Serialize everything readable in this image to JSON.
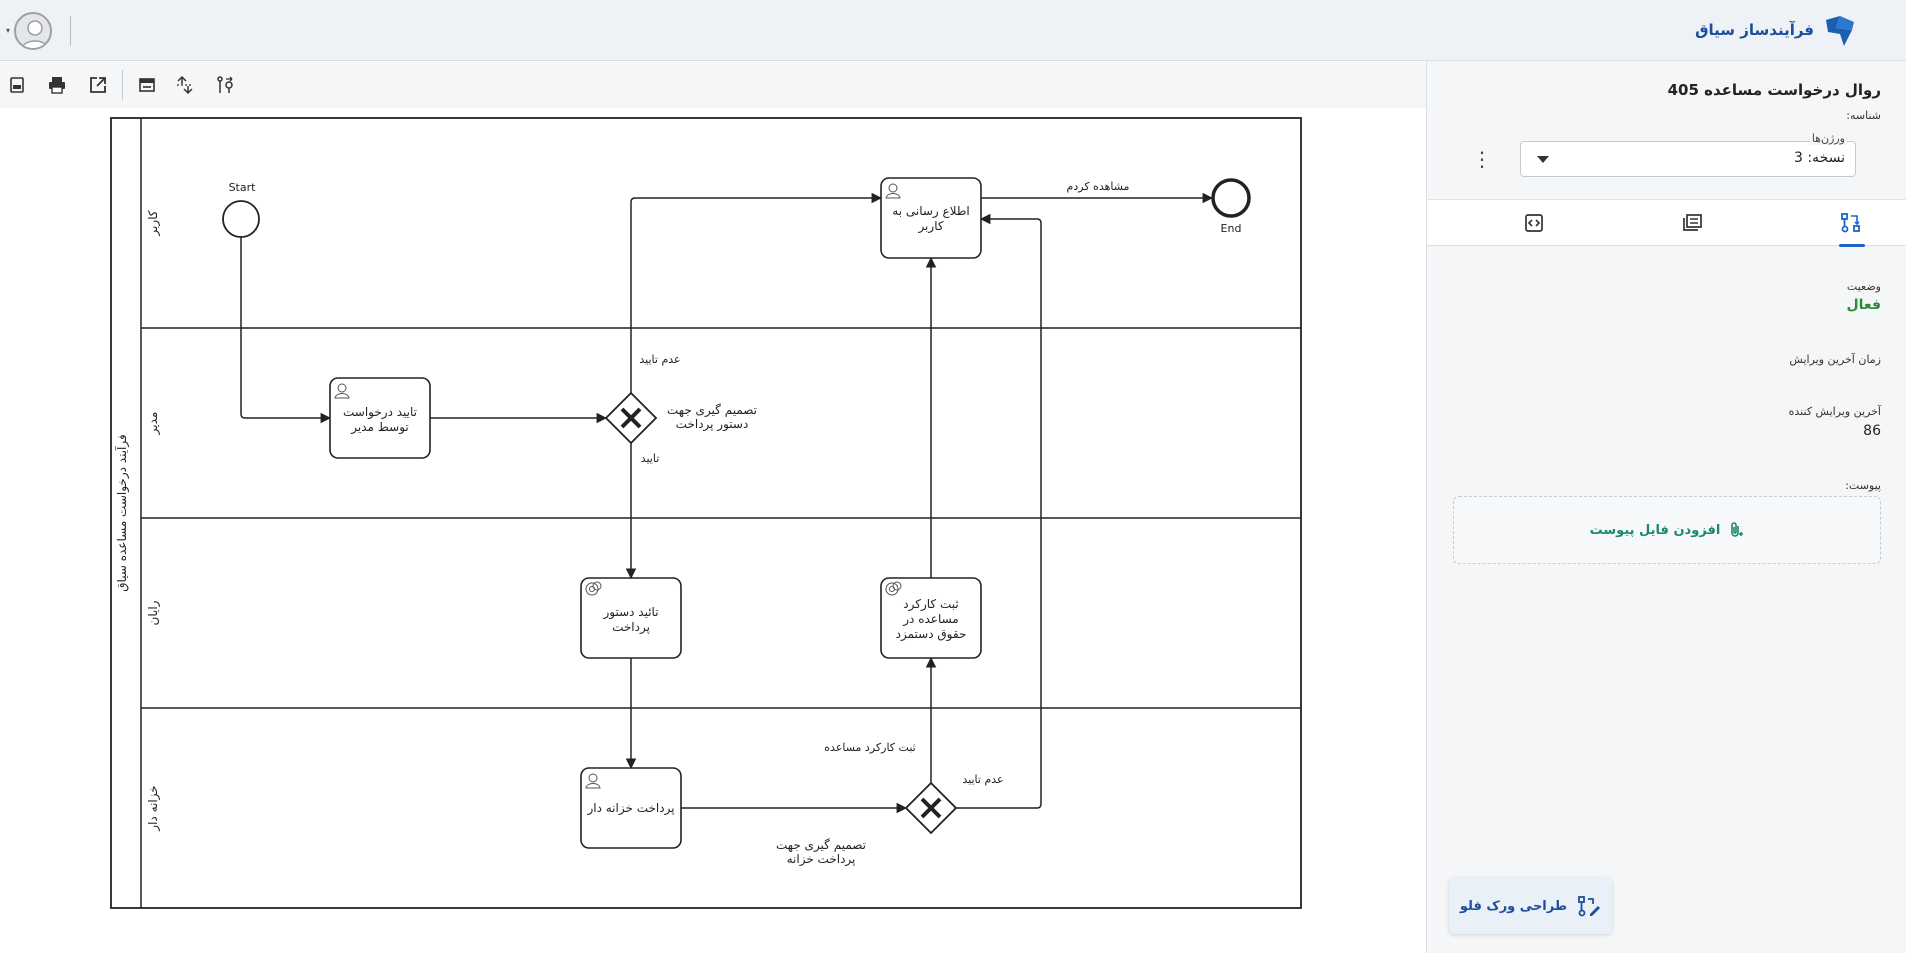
{
  "header": {
    "brand_name": "فرآیندساز سیاق"
  },
  "toolbar": {
    "icons": [
      "export-doc-icon",
      "print-icon",
      "open-external-icon",
      "layout-icon",
      "fit-icon",
      "settings-flow-icon"
    ]
  },
  "panel": {
    "title": "روال درخواست مساعده 405",
    "id_label": "شناسه:",
    "versions_label": "ورژن‌ها",
    "version_value": "نسخه: 3",
    "tabs": [
      "flow-tab",
      "gallery-tab",
      "code-tab"
    ],
    "status_label": "وضعیت",
    "status_value": "فعال",
    "last_edit_time_label": "زمان آخرین ویرایش",
    "last_editor_label": "آخرین ویرایش کننده",
    "last_editor_value": "86",
    "attachment_label": "پیوست:",
    "add_attachment": "افزودن فایل پیوست",
    "design_workflow": "طراحی ورک فلو",
    "accent_color": "#1b64c8",
    "active_color": "#2e8b3a"
  },
  "diagram": {
    "pool_name": "فرآیند درخواست مساعده سیاق",
    "lanes": [
      "کاربر",
      "مدیر",
      "رایان",
      "خزانه دار"
    ],
    "start_label": "Start",
    "end_label": "End",
    "tasks": {
      "notify_user": [
        "اطلاع رسانی به",
        "کاربر"
      ],
      "manager_approve": [
        "تایید درخواست",
        "توسط مدیر"
      ],
      "approve_payment": [
        "تائید دستور",
        "پرداخت"
      ],
      "register_salary": [
        "ثبت کارکرد",
        "مساعده در",
        "حقوق دستمزد"
      ],
      "treasurer_pay": [
        "پرداخت خزانه دار"
      ]
    },
    "gateways": {
      "payment_decision": [
        "تصمیم گیری جهت",
        "دستور پرداخت"
      ],
      "treasury_decision": [
        "تصمیم گیری جهت",
        "پرداخت خزانه"
      ]
    },
    "flows": {
      "seen": "مشاهده کردم",
      "reject_top": "عدم تایید",
      "approve": "تایید",
      "register_advance": "ثبت کارکرد مساعده",
      "reject_bottom": "عدم تایید"
    }
  }
}
